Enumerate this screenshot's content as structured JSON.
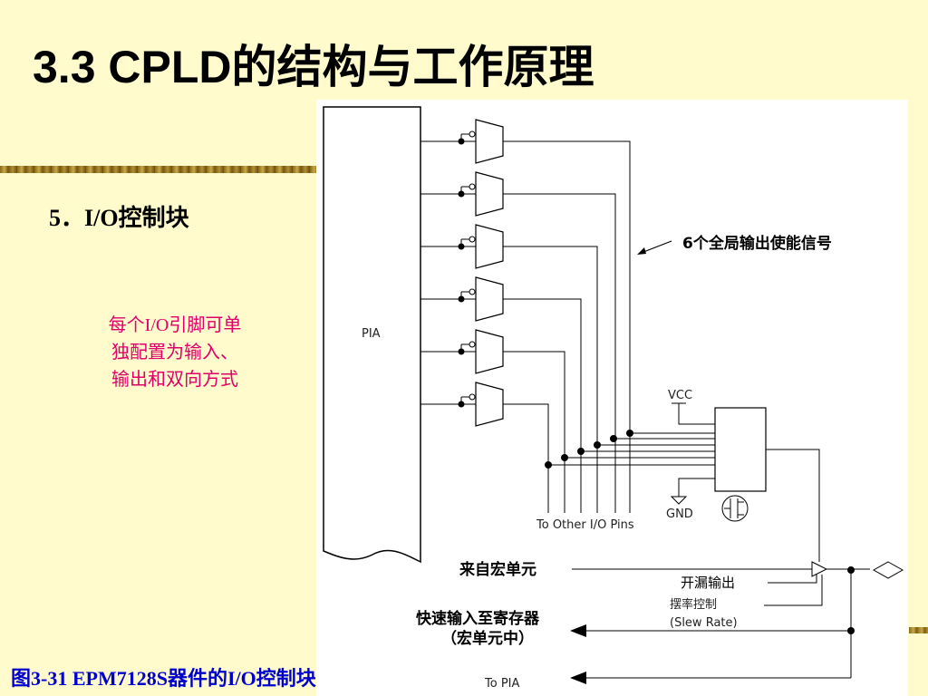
{
  "slide": {
    "title": "3.3  CPLD的结构与工作原理",
    "section_heading": "5．I/O控制块",
    "note_lines": [
      "每个I/O引脚可单",
      "独配置为输入、",
      "输出和双向方式"
    ],
    "caption": "图3-31  EPM7128S器件的I/O控制块"
  },
  "diagram": {
    "pia_label": "PIA",
    "enable_signals_label": "6个全局输出使能信号",
    "vcc_label": "VCC",
    "gnd_label": "GND",
    "other_io_label": "To Other I/O Pins",
    "from_macrocell_label": "来自宏单元",
    "open_drain_label": "开漏输出",
    "slew_cn_label": "摆率控制",
    "slew_en_label": "(Slew Rate)",
    "fast_input_line1": "快速输入至寄存器",
    "fast_input_line2": "（宏单元中）",
    "to_pia_label": "To PIA",
    "colors": {
      "accent_text": "#e0006a",
      "caption_text": "#0000cc",
      "background": "#fffbcc"
    }
  }
}
